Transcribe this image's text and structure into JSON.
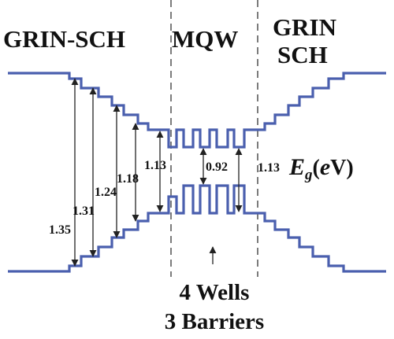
{
  "labels": {
    "left_region": "GRIN-SCH",
    "middle_region": "MQW",
    "right_region_line1": "GRIN",
    "right_region_line2": "SCH",
    "eg_symbol": "E",
    "eg_subscript": "g",
    "eg_unit_open": "(",
    "eg_unit_e": "e",
    "eg_unit_rest": "V)",
    "wells": "4 Wells",
    "barriers": "3 Barriers"
  },
  "energies": {
    "e135": "1.35",
    "e131": "1.31",
    "e124": "1.24",
    "e118": "1.18",
    "e113_left": "1.13",
    "e092": "0.92",
    "e113_right": "1.13"
  },
  "colors": {
    "band_line": "#4a5fae",
    "text": "#111111",
    "dashed_line": "#444444"
  }
}
